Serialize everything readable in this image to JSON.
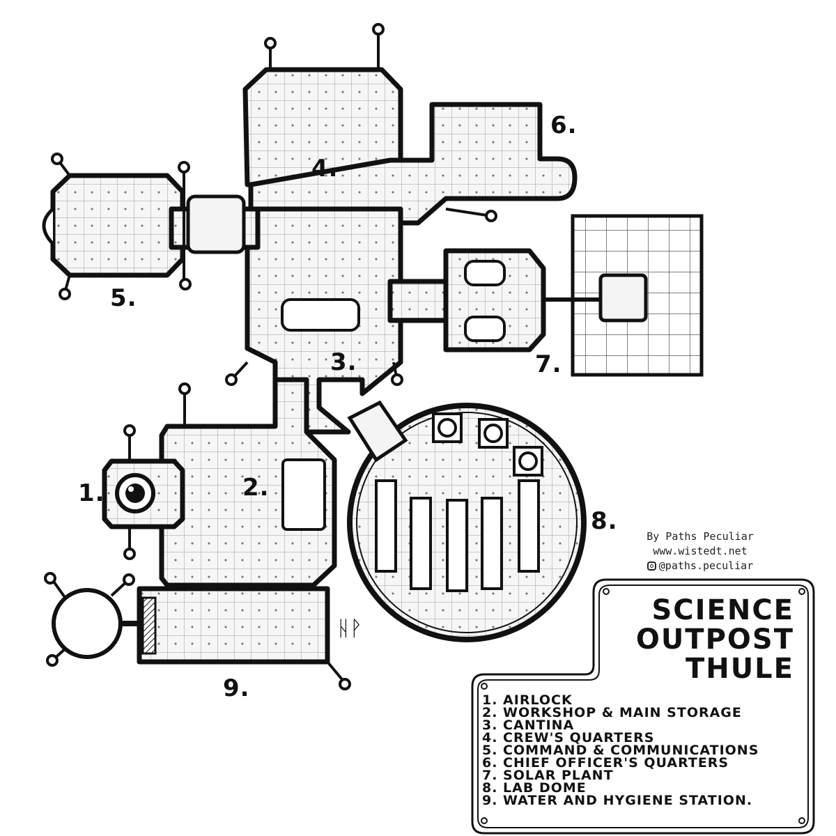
{
  "title_lines": [
    "SCIENCE",
    "OUTPOST",
    "THULE"
  ],
  "credits": {
    "byline": "By Paths Peculiar",
    "website": "www.wistedt.net",
    "instagram": "@paths.peculiar",
    "instagram_icon": "instagram-icon"
  },
  "signature": "ᚺᚹ",
  "room_numbers": [
    "1.",
    "2.",
    "3.",
    "4.",
    "5.",
    "6.",
    "7.",
    "8.",
    "9."
  ],
  "legend": [
    "1. AIRLOCK",
    "2. WORKSHOP & MAIN STORAGE",
    "3. CANTINA",
    "4. CREW'S QUARTERS",
    "5. COMMAND & COMMUNICATIONS",
    "6. CHIEF OFFICER'S QUARTERS",
    "7. SOLAR PLANT",
    "8. LAB DOME",
    "9. WATER AND HYGIENE STATION."
  ],
  "colors": {
    "ink": "#111111",
    "paper": "#ffffff",
    "shade": "#cfcfcf",
    "floor": "#f4f4f4"
  }
}
